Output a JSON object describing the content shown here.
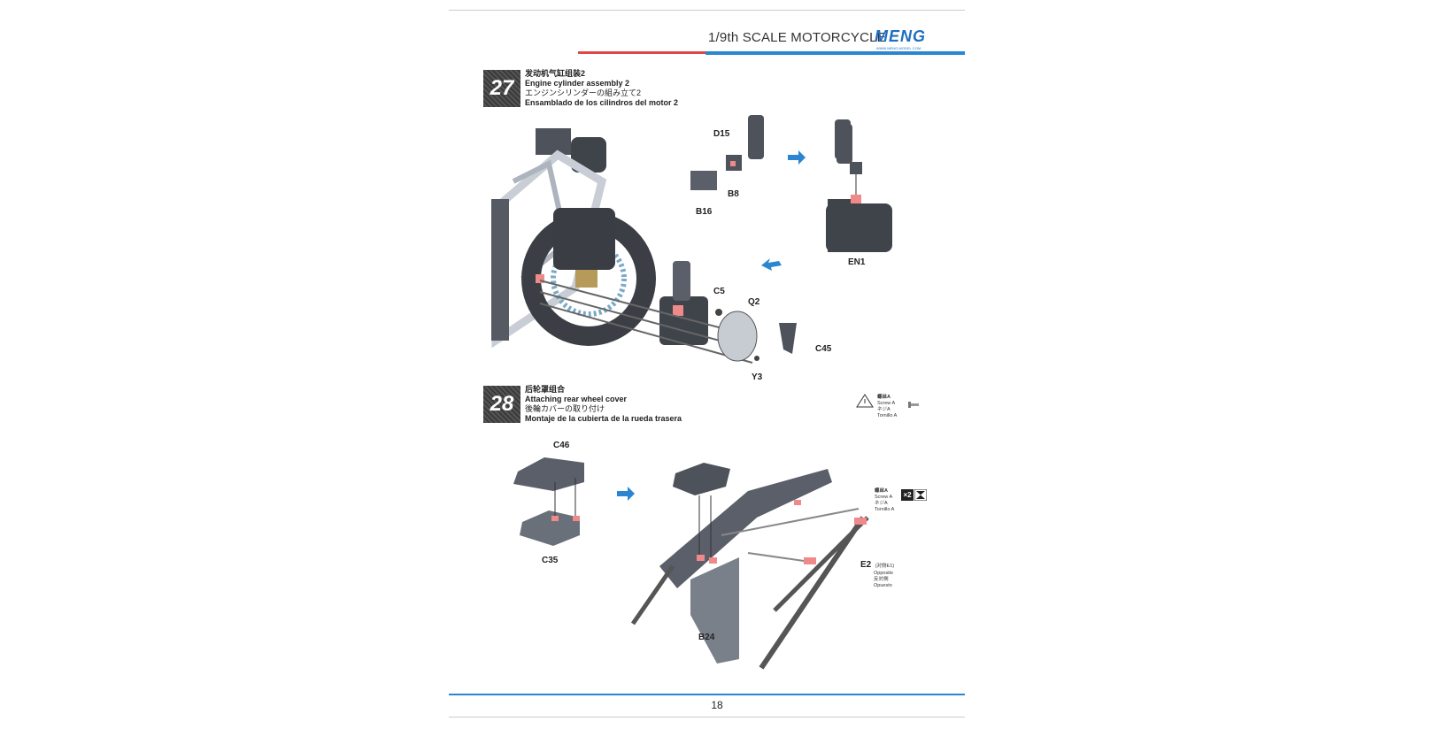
{
  "header": {
    "title": "1/9th SCALE MOTORCYCLE",
    "logo": "MENG",
    "logo_sub": "WWW.MENG-MODEL.COM"
  },
  "steps": [
    {
      "number": "27",
      "zh": "发动机气缸组装2",
      "en": "Engine cylinder assembly 2",
      "ja": "エンジンシリンダーの組み立て2",
      "es": "Ensamblado de los cilindros del motor 2",
      "parts": {
        "d15": "D15",
        "b8": "B8",
        "b16": "B16",
        "en1": "EN1",
        "c5": "C5",
        "q2": "Q2",
        "c45": "C45",
        "y3": "Y3"
      }
    },
    {
      "number": "28",
      "zh": "后轮罩组合",
      "en": "Attaching rear wheel cover",
      "ja": "後輪カバーの取り付け",
      "es": "Montaje de la cubierta de la rueda trasera",
      "parts": {
        "c46": "C46",
        "c35": "C35",
        "b24": "B24",
        "e2": "E2",
        "e2_note": "(对侧E1)",
        "opp_en": "Opposite",
        "opp_ja": "反対側",
        "opp_es": "Opuesto"
      },
      "screw": {
        "zh": "螺丝A",
        "en": "Screw A",
        "ja": "ネジA",
        "es": "Tornillo A",
        "qty": "×2"
      }
    }
  ],
  "footer": {
    "page": "18"
  },
  "colors": {
    "accent_blue": "#2a86d0",
    "accent_red": "#e04848",
    "part_grey": "#5a5f69",
    "highlight": "#f08a8a"
  }
}
